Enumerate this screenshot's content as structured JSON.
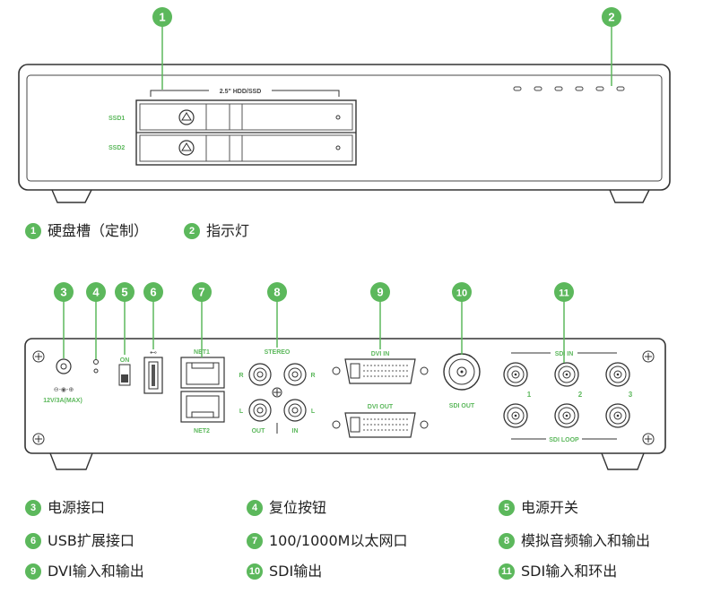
{
  "accent_color": "#5cb85c",
  "front": {
    "hdd_bracket_label": "2.5\" HDD/SSD",
    "slot1_label": "SSD1",
    "slot2_label": "SSD2"
  },
  "rear": {
    "power_label": "12V/3A(MAX)",
    "switch_label": "ON",
    "net1_label": "NET1",
    "net2_label": "NET2",
    "stereo_label": "STEREO",
    "r_label": "R",
    "l_label": "L",
    "out_label": "OUT",
    "in_label": "IN",
    "dvi_in_label": "DVI IN",
    "dvi_out_label": "DVI OUT",
    "sdi_out_label": "SDI OUT",
    "sdi_in_label": "SDI IN",
    "sdi_loop_label": "SDI LOOP",
    "sdi_num1": "1",
    "sdi_num2": "2",
    "sdi_num3": "3"
  },
  "callouts": [
    "1",
    "2",
    "3",
    "4",
    "5",
    "6",
    "7",
    "8",
    "9",
    "10",
    "11"
  ],
  "legend": [
    {
      "num": "1",
      "text": "硬盘槽（定制）"
    },
    {
      "num": "2",
      "text": "指示灯"
    },
    {
      "num": "3",
      "text": "电源接口"
    },
    {
      "num": "4",
      "text": "复位按钮"
    },
    {
      "num": "5",
      "text": "电源开关"
    },
    {
      "num": "6",
      "text": "USB扩展接口"
    },
    {
      "num": "7",
      "text": "100/1000M以太网口"
    },
    {
      "num": "8",
      "text": "模拟音频输入和输出"
    },
    {
      "num": "9",
      "text": "DVI输入和输出"
    },
    {
      "num": "10",
      "text": "SDI输出"
    },
    {
      "num": "11",
      "text": "SDI输入和环出"
    }
  ]
}
